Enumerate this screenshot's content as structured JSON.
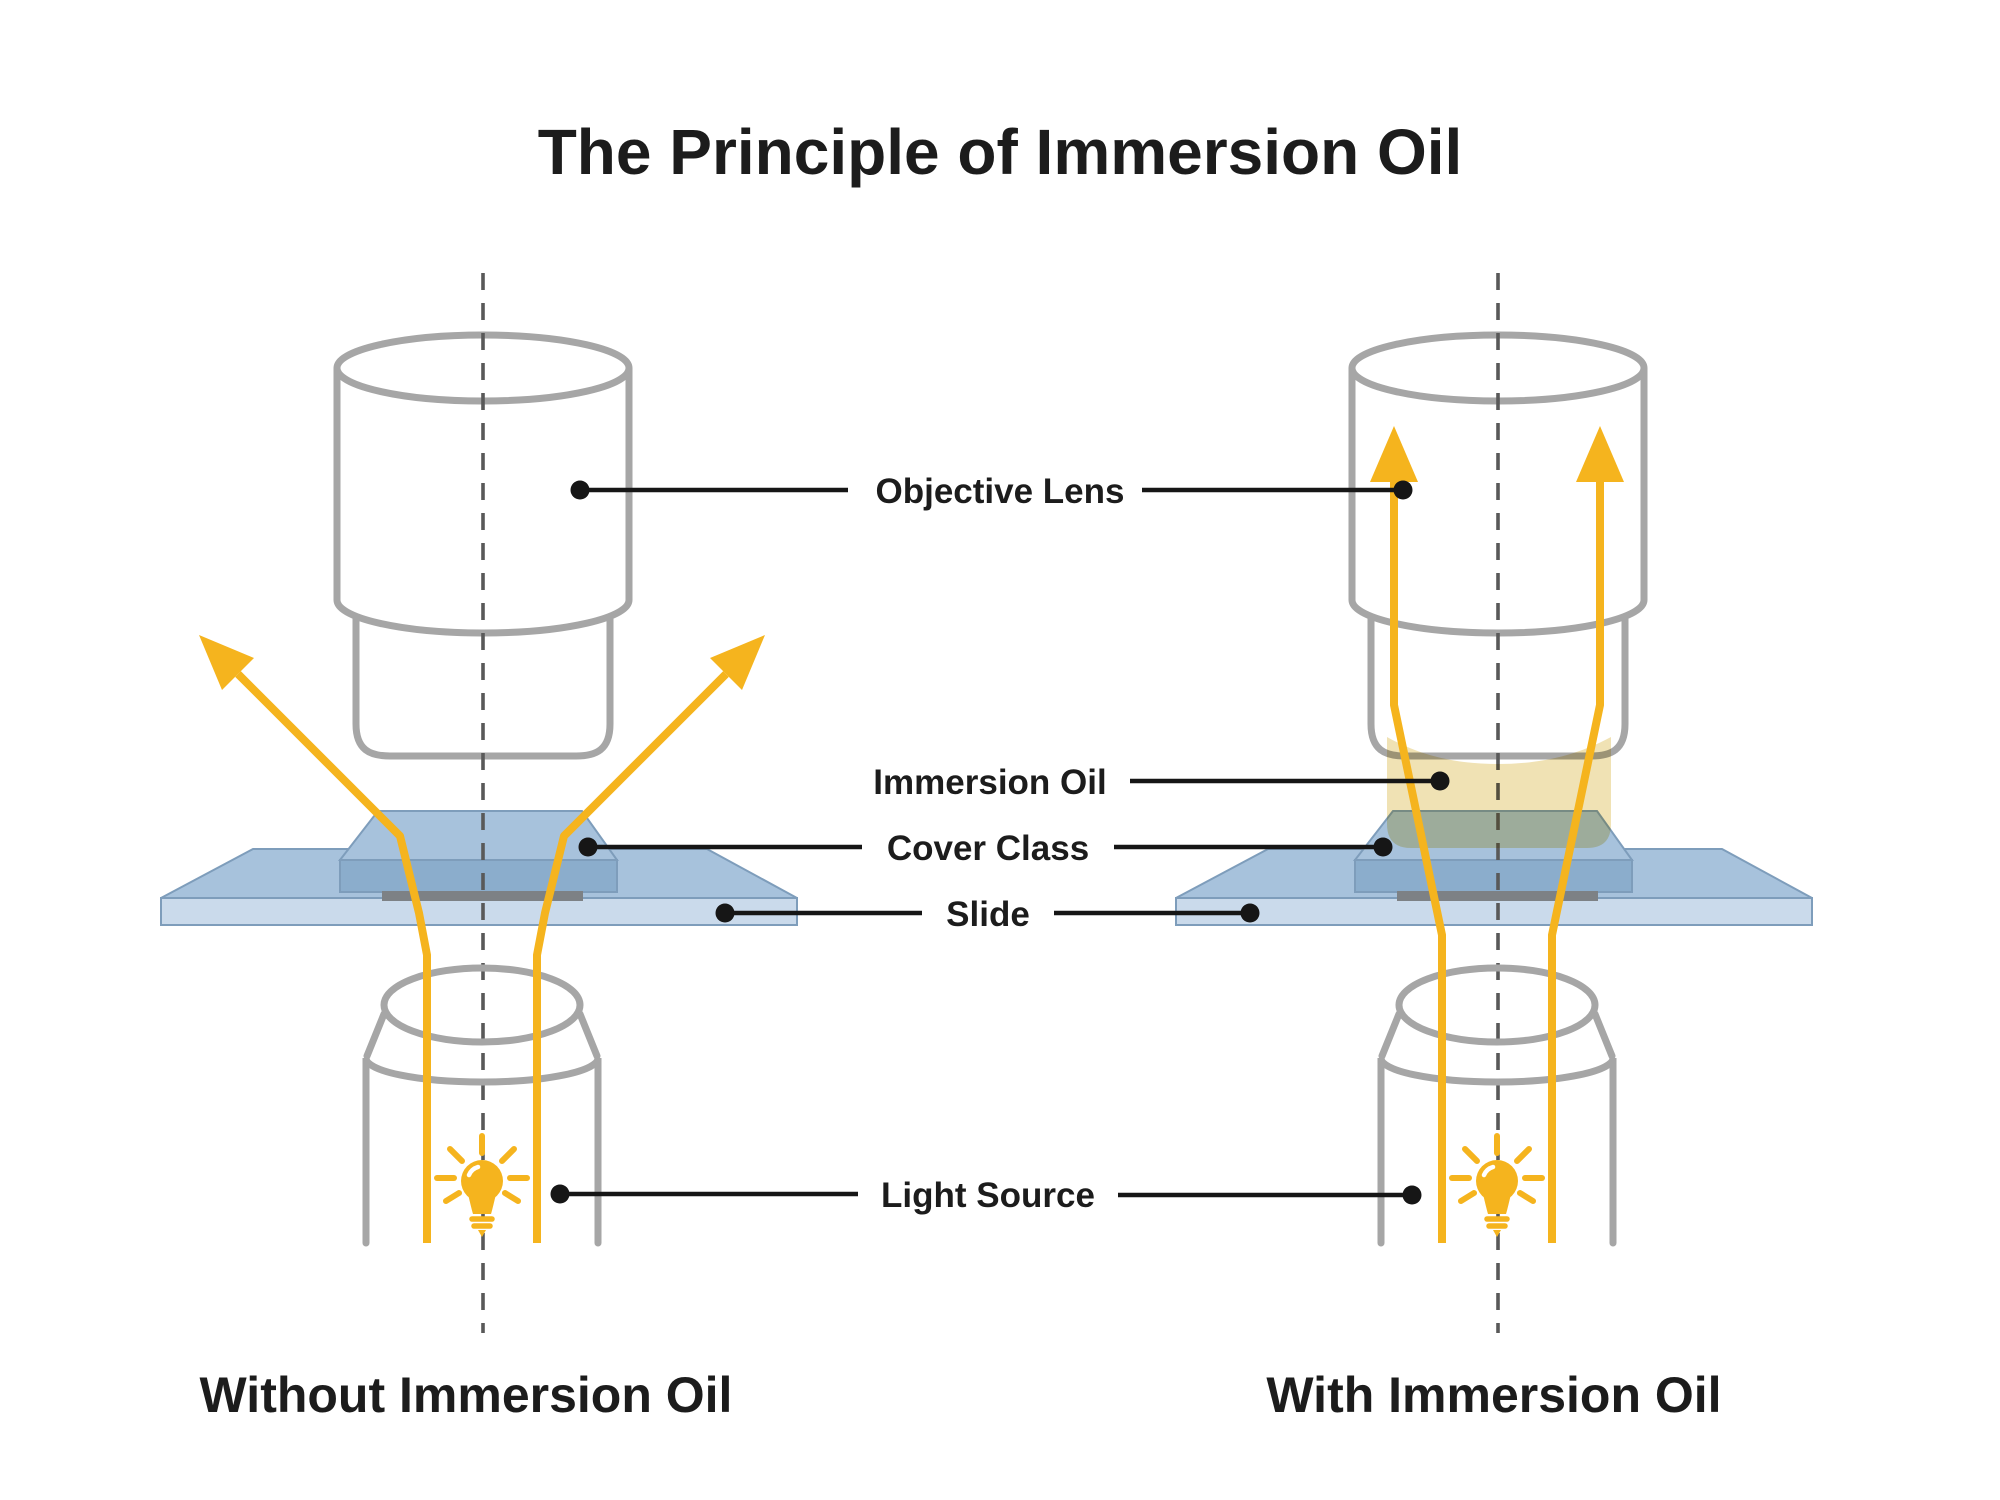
{
  "title": "The Principle of Immersion Oil",
  "annotations": {
    "objective_lens": "Objective Lens",
    "immersion_oil": "Immersion Oil",
    "cover_glass": "Cover Class",
    "slide": "Slide",
    "light_source": "Light Source"
  },
  "panels": {
    "without_oil": {
      "caption": "Without Immersion Oil"
    },
    "with_oil": {
      "caption": "With Immersion Oil"
    }
  },
  "icons": {
    "light_bulb": "light-bulb-icon",
    "light_ray_arrow": "light-ray-arrow",
    "optical_axis": "optical-axis-dashed-line",
    "leader_dot": "leader-dot"
  },
  "colors": {
    "ray_yellow": "#F5B41E",
    "immersion_oil_fill": "#F0E2B4",
    "glass_top_face": "#A7C2DC",
    "glass_front_face": "#8BADCC",
    "slide_front_face": "#CADAEB",
    "lens_outline": "#A6A6A6",
    "specimen_gray": "#7D8185",
    "label_text": "#1C1C1C"
  }
}
